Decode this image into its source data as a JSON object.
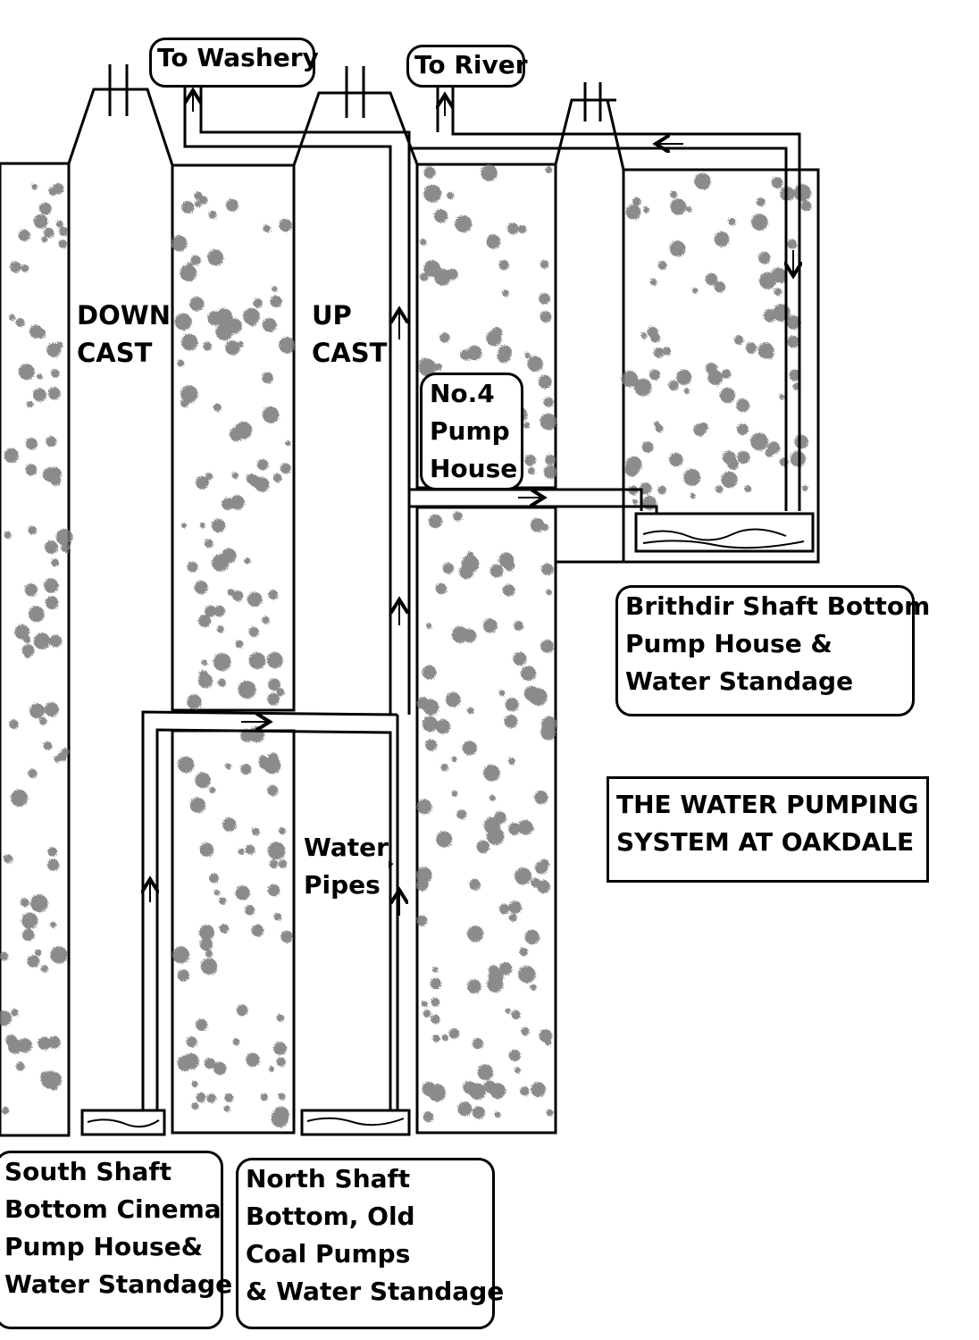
{
  "title": {
    "lines": [
      "THE WATER PUMPING",
      "SYSTEM AT OAKDALE"
    ]
  },
  "destinations": {
    "washery": "To Washery",
    "river": "To River"
  },
  "shafts": {
    "downcast": [
      "DOWN",
      "CAST"
    ],
    "upcast": [
      "UP",
      "CAST"
    ]
  },
  "pump_house_no4": [
    "No.4",
    "Pump",
    "House"
  ],
  "water_pipes": [
    "Water",
    "Pipes"
  ],
  "brithdir": [
    "Brithdir Shaft Bottom",
    "Pump House &",
    "Water Standage"
  ],
  "south_shaft": [
    "South Shaft",
    "Bottom Cinema",
    "Pump House&",
    "Water Standage"
  ],
  "north_shaft": [
    "North Shaft",
    "Bottom, Old",
    "Coal Pumps",
    "& Water Standage"
  ],
  "colors": {
    "line": "#000000",
    "rock_fill": "#7a7a7a",
    "background": "#ffffff"
  }
}
